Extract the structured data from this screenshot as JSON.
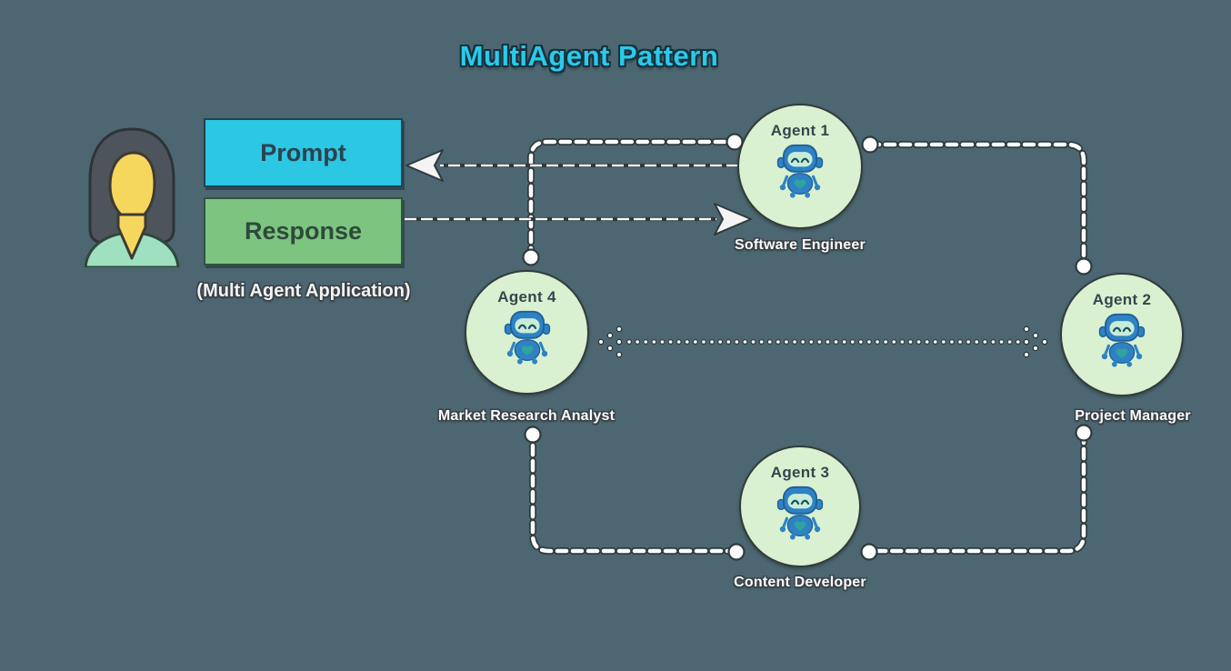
{
  "title": {
    "text": "MultiAgent Pattern",
    "color": "#2bc9ec"
  },
  "background_color": "#4c6771",
  "user": {
    "icon": "woman-user",
    "prompt_label": "Prompt",
    "response_label": "Response",
    "caption": "(Multi Agent Application)",
    "prompt_bg": "#2bc7e3",
    "response_bg": "#7dc480"
  },
  "agents": [
    {
      "title": "Agent 1",
      "role": "Software Engineer"
    },
    {
      "title": "Agent 2",
      "role": "Project Manager"
    },
    {
      "title": "Agent 3",
      "role": "Content Developer"
    },
    {
      "title": "Agent 4",
      "role": "Market Research Analyst"
    }
  ],
  "colors": {
    "agent_circle_bg": "#d9f1d0",
    "connector_white": "#fdfdfd",
    "connector_outline": "#2e3a3d",
    "robot_blue": "#2e82c4",
    "robot_face": "#c9ecd9",
    "robot_heart": "#2fa3a0",
    "avatar_hair": "#4d545c",
    "avatar_skin": "#f5d75e",
    "avatar_shirt": "#9fe0c0"
  }
}
